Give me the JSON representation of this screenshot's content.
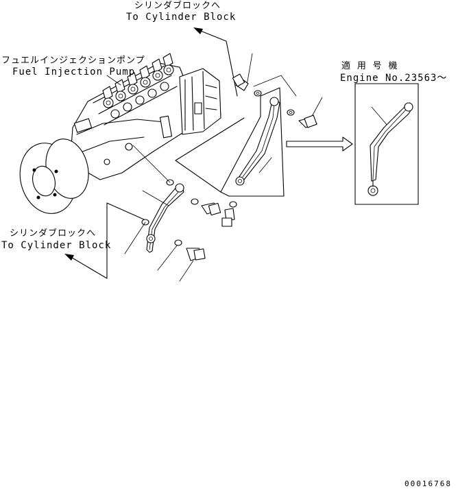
{
  "labels": {
    "top_to_cylinder_jp": "シリンダブロックへ",
    "top_to_cylinder_en": "To Cylinder Block",
    "pump_jp": "フュエルインジェクションポンプ",
    "pump_en": "Fuel Injection Pump",
    "applicable_jp": "適 用 号 機",
    "engine_no": "Engine No.23563～",
    "left_to_cylinder_jp": "シリンダブロックへ",
    "left_to_cylinder_en": "To Cylinder Block",
    "drawing_number": "00016768"
  }
}
